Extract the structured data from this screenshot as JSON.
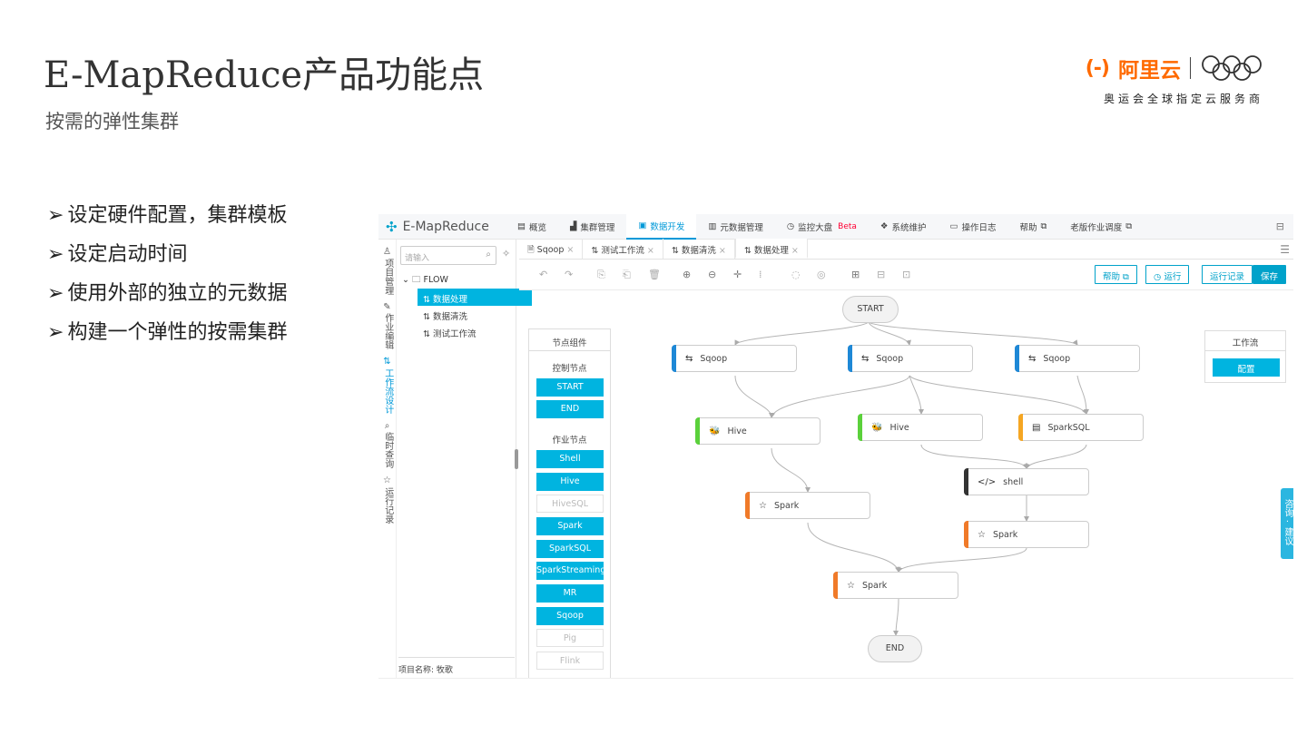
{
  "slide": {
    "title": "E-MapReduce产品功能点",
    "subtitle": "按需的弹性集群",
    "brand": {
      "mark": "(-)",
      "name": "阿里云",
      "tagline": "奥运会全球指定云服务商"
    },
    "bullets": [
      "设定硬件配置，集群模板",
      "设定启动时间",
      "使用外部的独立的元数据",
      "构建一个弹性的按需集群"
    ]
  },
  "app": {
    "name": "E-MapReduce",
    "nav": [
      {
        "label": "概览",
        "icon": "dashboard-icon"
      },
      {
        "label": "集群管理",
        "icon": "cluster-icon"
      },
      {
        "label": "数据开发",
        "icon": "dev-icon",
        "active": true
      },
      {
        "label": "元数据管理",
        "icon": "database-icon"
      },
      {
        "label": "监控大盘",
        "icon": "gauge-icon",
        "badge": "Beta"
      },
      {
        "label": "系统维护",
        "icon": "gear-icon"
      },
      {
        "label": "操作日志",
        "icon": "monitor-icon"
      },
      {
        "label": "帮助",
        "icon": "external-link-icon"
      },
      {
        "label": "老版作业调度",
        "icon": "external-link-icon"
      }
    ],
    "rail": [
      "项目管理",
      "作业编辑",
      "工作流设计",
      "临时查询",
      "运行记录"
    ],
    "tree": {
      "search_placeholder": "请输入",
      "root": "FLOW",
      "items": [
        "数据处理",
        "数据清洗",
        "测试工作流"
      ],
      "project_label": "项目名称: 牧歌"
    },
    "tabs": [
      {
        "label": "Sqoop"
      },
      {
        "label": "测试工作流"
      },
      {
        "label": "数据清洗"
      },
      {
        "label": "数据处理",
        "active": true
      }
    ],
    "toolbar": {
      "help": "帮助",
      "run": "运行",
      "history": "运行记录",
      "save": "保存"
    },
    "palette": {
      "title": "节点组件",
      "control_label": "控制节点",
      "control": [
        "START",
        "END"
      ],
      "job_label": "作业节点",
      "jobs": [
        {
          "label": "Shell",
          "enabled": true
        },
        {
          "label": "Hive",
          "enabled": true
        },
        {
          "label": "HiveSQL",
          "enabled": false
        },
        {
          "label": "Spark",
          "enabled": true
        },
        {
          "label": "SparkSQL",
          "enabled": true
        },
        {
          "label": "SparkStreaming",
          "enabled": true
        },
        {
          "label": "MR",
          "enabled": true
        },
        {
          "label": "Sqoop",
          "enabled": true
        },
        {
          "label": "Pig",
          "enabled": false
        },
        {
          "label": "Flink",
          "enabled": false
        }
      ]
    },
    "workflow_panel": {
      "title": "工作流",
      "button": "配置"
    },
    "graph": {
      "start": "START",
      "end": "END",
      "nodes": [
        "Sqoop",
        "Sqoop",
        "Sqoop",
        "Hive",
        "Hive",
        "SparkSQL",
        "shell",
        "Spark",
        "Spark",
        "Spark"
      ],
      "colors": {
        "sqoop": "#1e88d6",
        "hive": "#5bd13b",
        "sparksql": "#f5a623",
        "shell": "#333333",
        "spark": "#f07a29"
      }
    },
    "feedback": "咨询·建议"
  }
}
